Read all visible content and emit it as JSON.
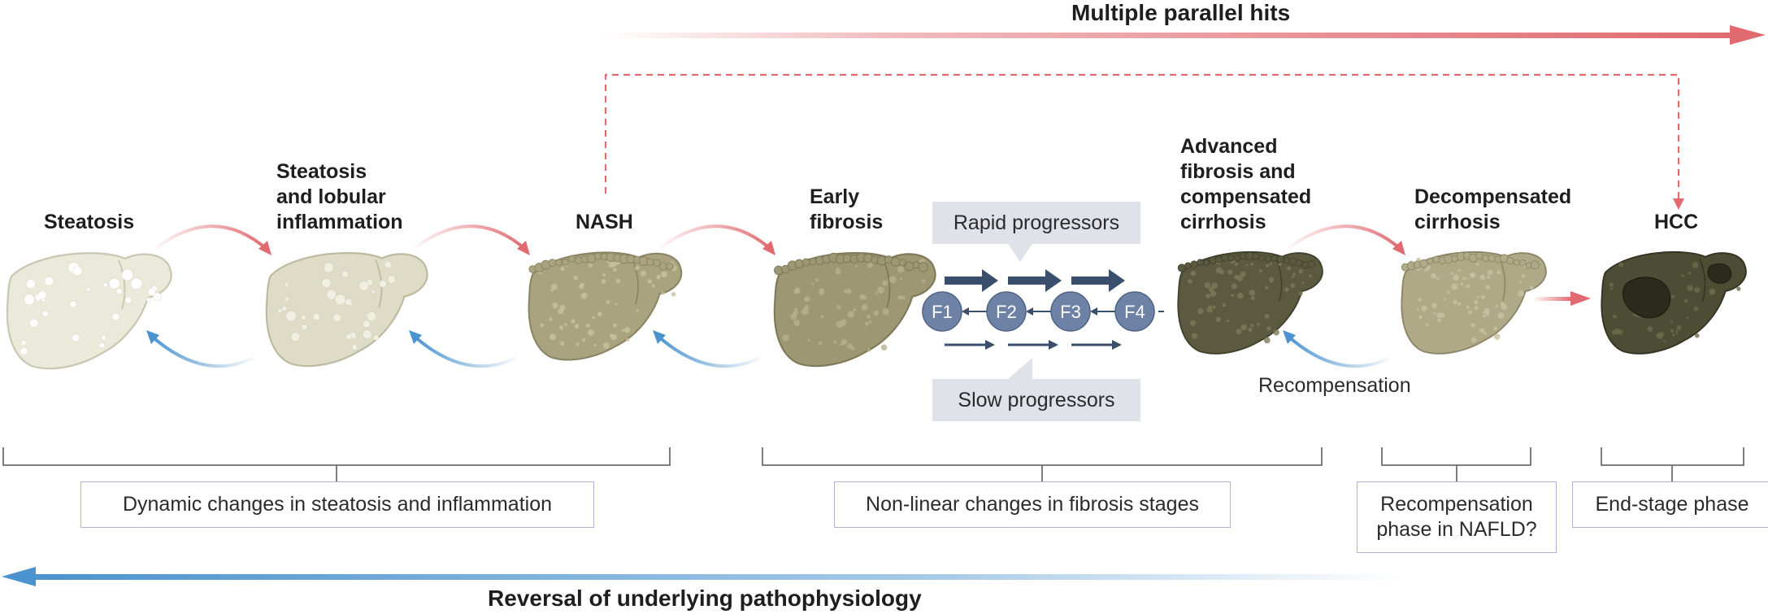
{
  "top_banner": "Multiple parallel hits",
  "bottom_banner": "Reversal of underlying pathophysiology",
  "stages": {
    "steatosis": "Steatosis",
    "steatosis_inflammation": "Steatosis\nand lobular\ninflammation",
    "nash": "NASH",
    "early_fibrosis": "Early\nfibrosis",
    "advanced": "Advanced\nfibrosis and\ncompensated\ncirrhosis",
    "decompensated": "Decompensated\ncirrhosis",
    "hcc": "HCC"
  },
  "progressors": {
    "rapid": "Rapid progressors",
    "slow": "Slow progressors"
  },
  "fibrosis_stages": [
    "F1",
    "F2",
    "F3",
    "F4"
  ],
  "recompensation_label": "Recompensation",
  "phase_boxes": {
    "dynamic": "Dynamic changes in steatosis and inflammation",
    "nonlinear": "Non-linear changes in fibrosis stages",
    "recomp_phase": "Recompensation\nphase in NAFLD?",
    "end_stage": "End-stage phase"
  },
  "colors": {
    "red": "#e06a6f",
    "blue": "#4b93cf",
    "navy": "#3a4e6e",
    "circle": "#6e82a6",
    "bracket": "#6f6f6f",
    "callout": "#dfe2e9"
  },
  "livers": [
    {
      "stage": "steatosis",
      "body": "#ebe9d9",
      "edge": "#c9c6b1",
      "spots": "#ffffff",
      "texture": "fat"
    },
    {
      "stage": "steatosis_inflammation",
      "body": "#dedcc6",
      "edge": "#bdb99f",
      "spots": "#f1efe2",
      "texture": "fat"
    },
    {
      "stage": "nash",
      "body": "#aaa37f",
      "edge": "#8a8463",
      "spots": "#c8c2a0",
      "texture": "nodular"
    },
    {
      "stage": "early_fibrosis",
      "body": "#9e9773",
      "edge": "#7f795a",
      "spots": "#b8b290",
      "texture": "nodular"
    },
    {
      "stage": "advanced",
      "body": "#5b5a40",
      "edge": "#42412d",
      "spots": "#7b7a5a",
      "texture": "nodular"
    },
    {
      "stage": "decompensated",
      "body": "#afa987",
      "edge": "#8d8768",
      "spots": "#c7c2a3",
      "texture": "nodular"
    },
    {
      "stage": "hcc",
      "body": "#4d4c35",
      "edge": "#353424",
      "spots": "#2a2a1d",
      "texture": "tumor"
    }
  ]
}
